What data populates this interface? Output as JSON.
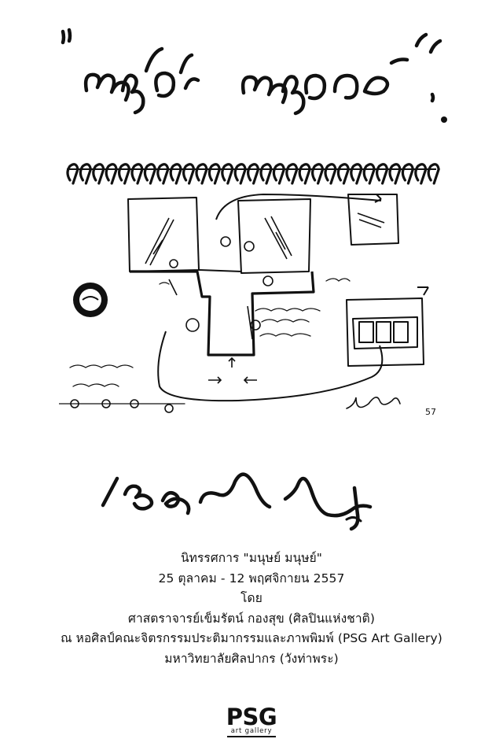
{
  "handwritten_title": "\"มนุษย์ มนุษย์\"",
  "exhibition": {
    "title_line": "นิทรรศการ \"มนุษย์  มนุษย์\"",
    "dates": "25 ตุลาคม - 12 พฤศจิกายน 2557",
    "by_label": "โดย",
    "artist": "ศาสตราจารย์เข็มรัตน์ กองสุข (ศิลปินแห่งชาติ)",
    "venue": "ณ หอศิลป์คณะจิตรกรรมประติมากรรมและภาพพิมพ์ (PSG Art Gallery)",
    "university": "มหาวิทยาลัยศิลปากร (วังท่าพระ)"
  },
  "logo": {
    "main": "PSG",
    "sub": "art gallery"
  },
  "sketch_notes": {
    "title_note": "\"มนุษย์ มนุษย์\"",
    "date_note": "57"
  },
  "colors": {
    "ink": "#111111",
    "background": "#ffffff"
  }
}
